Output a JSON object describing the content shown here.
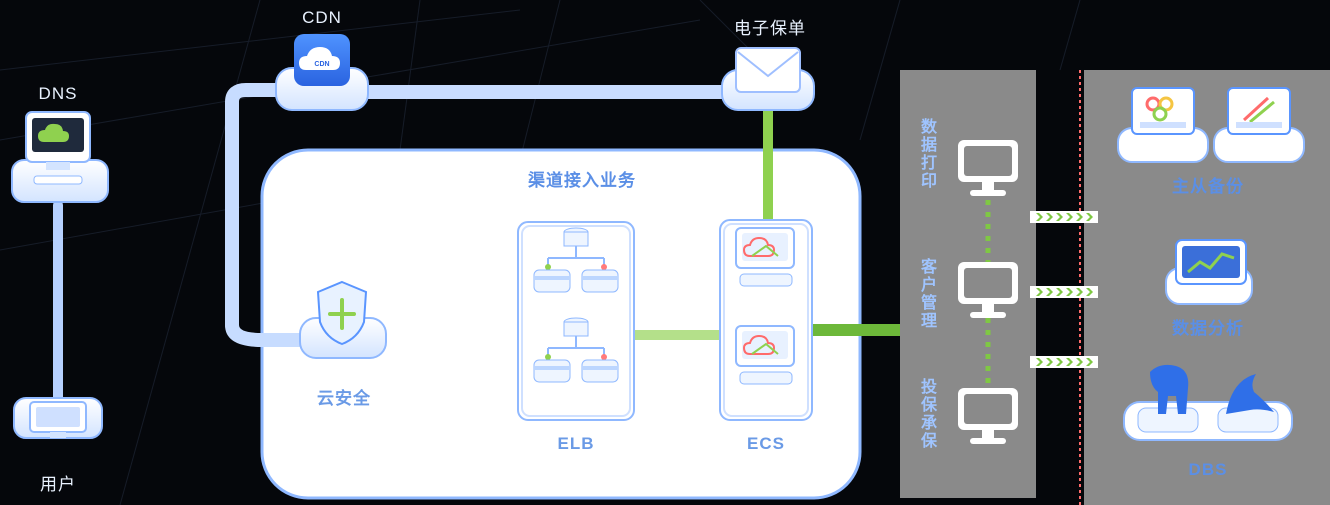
{
  "nodes": {
    "dns": "DNS",
    "cdn": "CDN",
    "user": "用户",
    "e_policy": "电子保单",
    "channel_access": "渠道接入业务",
    "cloud_security": "云安全",
    "elb": "ELB",
    "ecs": "ECS",
    "master_slave_backup": "主从备份",
    "data_analysis": "数据分析",
    "dbs": "DBS"
  },
  "services": [
    "数据打印",
    "客户管理",
    "投保承保"
  ],
  "badges": {
    "cdn": "CDN"
  },
  "icons": [
    "cloud-monitor-icon",
    "cdn-icon",
    "mail-icon",
    "shield-plus-icon",
    "load-balancer-icon",
    "server-monitor-icon",
    "pc-icon",
    "database-icon",
    "chart-monitor-icon",
    "elephant-icon",
    "dolphin-icon"
  ],
  "colors": {
    "background": "#05070b",
    "blue_link": "#bcd6ff",
    "green_link": "#8fd14f",
    "panel_gray": "#8c8c8c",
    "separator_red": "#ff6b6b"
  }
}
